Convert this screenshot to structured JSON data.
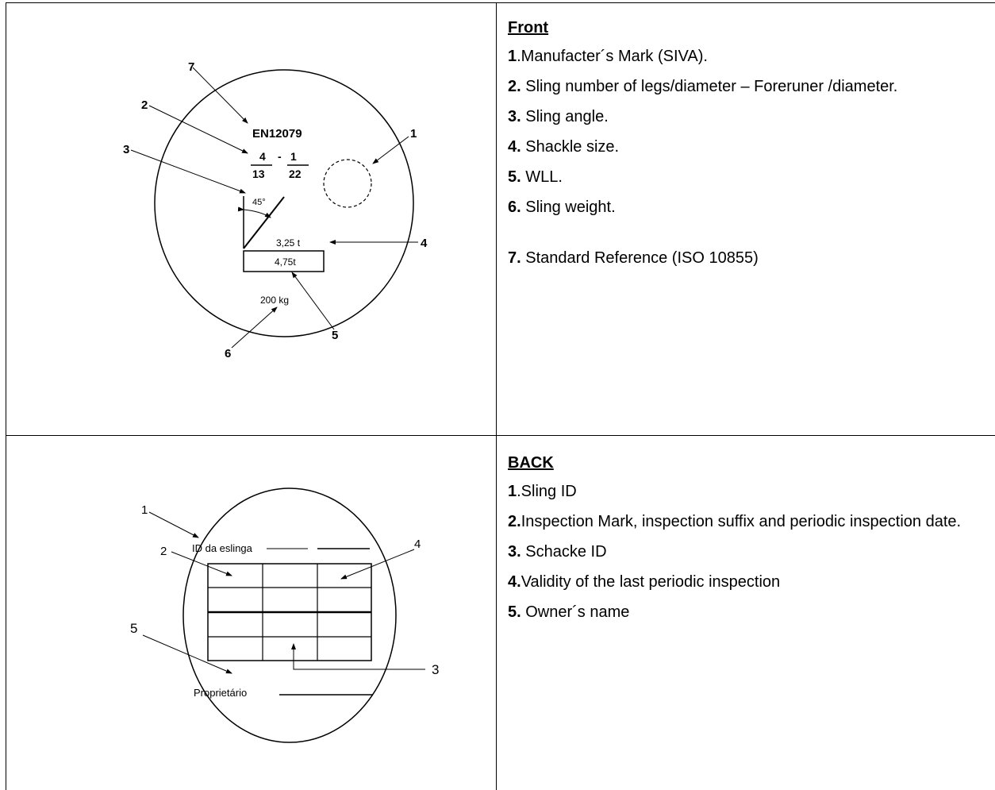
{
  "front": {
    "heading": "Front",
    "items": [
      {
        "num": "1",
        "text": ".Manufacter´s Mark (SIVA)."
      },
      {
        "num": "2.",
        "text": " Sling number of legs/diameter – Foreruner /diameter."
      },
      {
        "num": "3.",
        "text": " Sling angle."
      },
      {
        "num": "4.",
        "text": " Shackle size."
      },
      {
        "num": "5.",
        "text": " WLL."
      },
      {
        "num": "6.",
        "text": " Sling weight."
      },
      {
        "num": "7.",
        "text": " Standard Reference (ISO 10855)"
      }
    ],
    "figure": {
      "standard": "EN12079",
      "fraction1_top": "4",
      "dash": "-",
      "fraction1_bottom": "13",
      "fraction2_top": "1",
      "fraction2_bottom": "22",
      "angle": "45°",
      "shackle": "3,25 t",
      "wll": "4,75t",
      "weight": "200 kg",
      "callouts": [
        "1",
        "2",
        "3",
        "4",
        "5",
        "6",
        "7"
      ]
    }
  },
  "back": {
    "heading": "BACK",
    "items": [
      {
        "num": "1",
        "text": ".Sling ID"
      },
      {
        "num": "2.",
        "text": "Inspection Mark, inspection suffix and periodic inspection date."
      },
      {
        "num": "3.",
        "text": " Schacke ID"
      },
      {
        "num": "4.",
        "text": "Validity of the last periodic inspection"
      },
      {
        "num": "5.",
        "text": " Owner´s name"
      }
    ],
    "figure": {
      "id_label": "ID da eslinga",
      "owner_label": "Proprietário",
      "callouts": [
        "1",
        "2",
        "3",
        "4",
        "5"
      ]
    }
  }
}
